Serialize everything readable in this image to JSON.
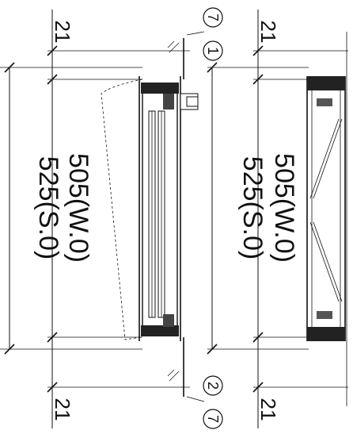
{
  "dimensions": {
    "top_small": "21",
    "bottom_small": "21",
    "left_wo": "505(W.0)",
    "left_so": "525(S.0)",
    "right_wo": "505(W.0)",
    "right_so": "525(S.0)",
    "right_top_small": "21",
    "right_bottom_small": "21"
  },
  "callouts": {
    "top": [
      "7",
      "1"
    ],
    "bottom": [
      "2",
      "7"
    ]
  }
}
